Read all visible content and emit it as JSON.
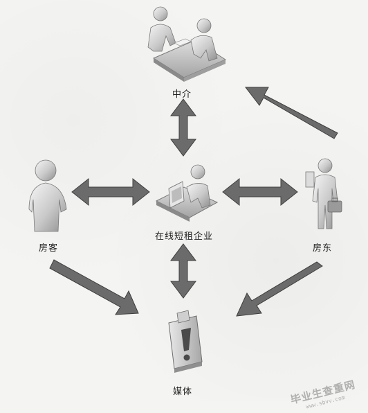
{
  "nodes": {
    "intermediary": "中介",
    "platform": "在线短租企业",
    "guest": "房客",
    "host": "房东",
    "media": "媒体"
  },
  "watermark": {
    "text": "毕业生查重网",
    "url": "www.sbvv.com"
  },
  "colors": {
    "arrow": "#6b6b6b",
    "arrow_edge": "#3f3f3f",
    "figure": "#d8d8d8",
    "figure_shadow": "#8c8c8c",
    "background": "#f4f4f2"
  }
}
